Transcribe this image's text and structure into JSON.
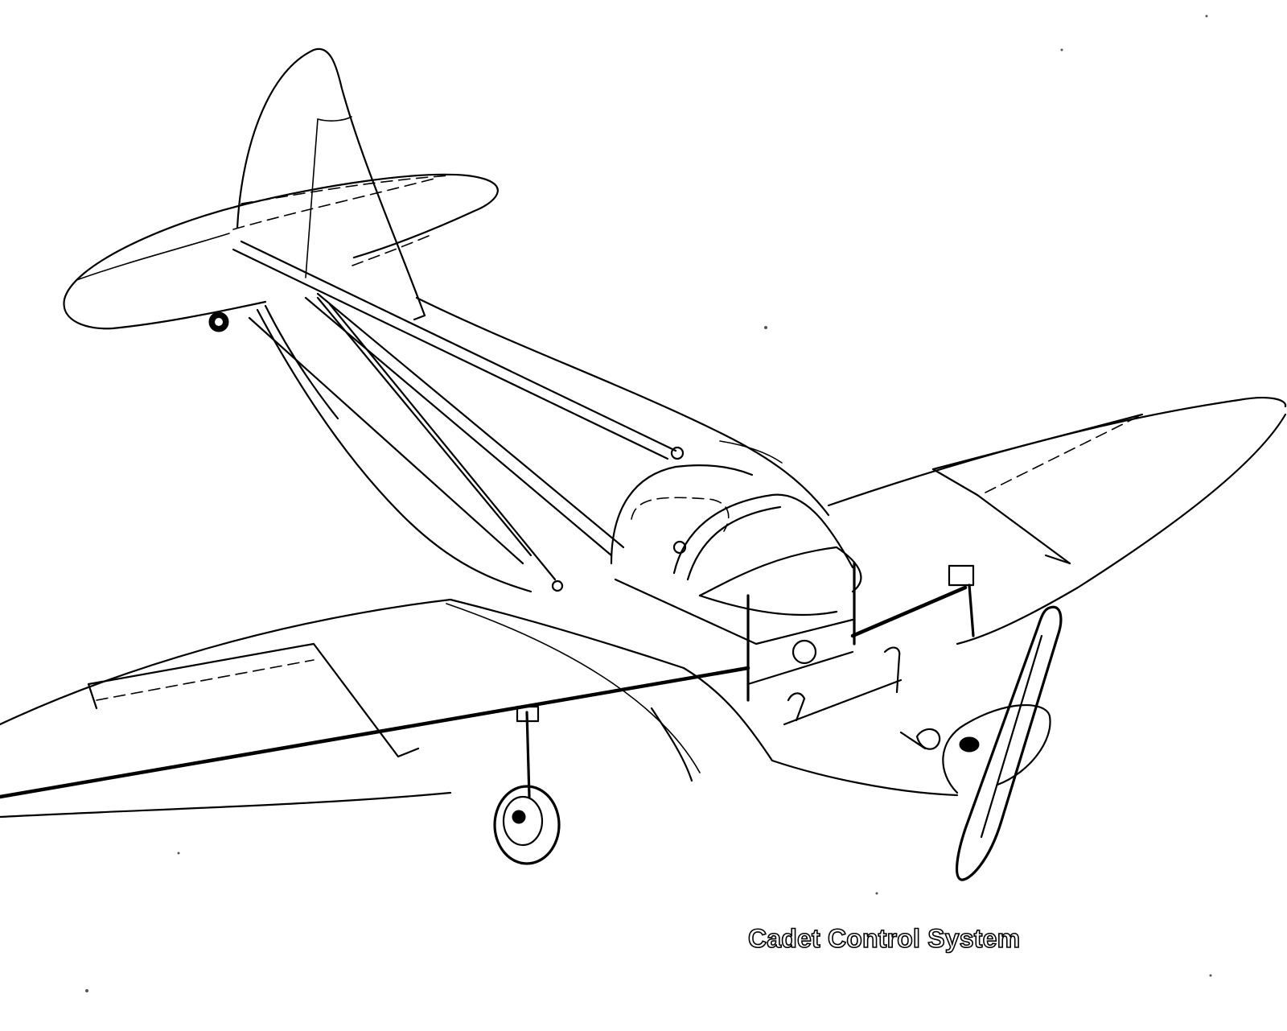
{
  "diagram": {
    "title": "Cadet Control System",
    "subject": "aircraft control linkage cutaway line drawing",
    "colors": {
      "line": "#000000",
      "background": "#ffffff"
    },
    "components": [
      "vertical-fin",
      "rudder",
      "horizontal-stabilizer",
      "elevator",
      "tail-wheel",
      "fuselage",
      "canopy",
      "cockpit",
      "control-stick",
      "rudder-pedals",
      "control-cables",
      "aileron-linkage",
      "left-wing",
      "right-wing",
      "left-aileron",
      "right-aileron",
      "main-landing-gear",
      "wheel",
      "propeller",
      "spinner",
      "engine-cowling"
    ]
  }
}
